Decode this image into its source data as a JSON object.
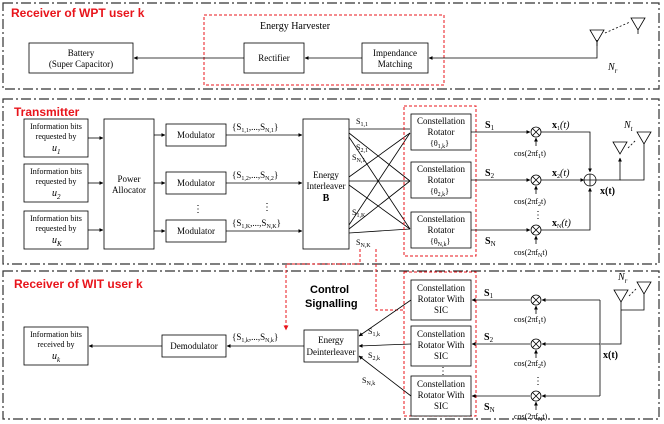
{
  "sections": {
    "wpt": "Receiver of WPT user k",
    "tx": "Transmitter",
    "wit": "Receiver of WIT user k"
  },
  "wpt": {
    "harvester_title": "Energy Harvester",
    "battery_line1": "Battery",
    "battery_line2": "(Super Capacitor)",
    "rectifier": "Rectifier",
    "matching_line1": "Impendance",
    "matching_line2": "Matching",
    "antenna_label": "N",
    "antenna_sub": "r"
  },
  "tx": {
    "info1": [
      "Information bits",
      "requested by",
      "u"
    ],
    "info1_sub": "1",
    "info2": [
      "Information bits",
      "requested by",
      "u"
    ],
    "info2_sub": "2",
    "info3": [
      "Information bits",
      "requested by",
      "u"
    ],
    "info3_sub": "K",
    "power_line1": "Power",
    "power_line2": "Allocator",
    "modulator": "Modulator",
    "mod_out1": "{S",
    "mod_out1_sub": "1,1",
    "mod_out1_mid": ",...,S",
    "mod_out1_sub2": "N,1",
    "mod_out1_end": "}",
    "mod_out2": "{S",
    "mod_out2_sub": "1,2",
    "mod_out2_mid": ",...,S",
    "mod_out2_sub2": "N,2",
    "mod_out2_end": "}",
    "mod_out3": "{S",
    "mod_out3_sub": "1,K",
    "mod_out3_mid": ",...,S",
    "mod_out3_sub2": "N,K",
    "mod_out3_end": "}",
    "interleaver_line1": "Energy",
    "interleaver_line2": "Interleaver",
    "interleaver_line3": "B",
    "rot_line1": "Constellation",
    "rot_line2": "Rotator",
    "theta1": "{θ",
    "theta1_sub": "1,k",
    "theta2": "{θ",
    "theta2_sub": "2,k",
    "theta3": "{θ",
    "theta3_sub": "N,k",
    "s1": "S",
    "s1_sub": "1",
    "s2": "S",
    "s2_sub": "2",
    "s3": "S",
    "s3_sub": "N",
    "x1": "x",
    "x1_sub": "1",
    "x1_t": "(t)",
    "x2": "x",
    "x2_sub": "2",
    "x2_t": "(t)",
    "x3": "x",
    "x3_sub": "N",
    "x3_t": "(t)",
    "xt": "x(t)",
    "cos1": "cos(2πf",
    "cos1_sub": "1",
    "cos1_end": "t)",
    "cos2": "cos(2πf",
    "cos2_sub": "2",
    "cos2_end": "t)",
    "cos3": "cos(2πf",
    "cos3_sub": "N",
    "cos3_end": "t)",
    "antenna_label": "N",
    "antenna_sub": "t",
    "sbar_11": "S",
    "sbar_11_sub": "1,1",
    "sbar_21": "S",
    "sbar_21_sub": "2,1",
    "sbar_n1": "S",
    "sbar_n1_sub": "N,1",
    "sbar_1k": "S",
    "sbar_1k_sub": "1,K",
    "sbar_nk": "S",
    "sbar_nk_sub": "N,K",
    "dots": "⋮"
  },
  "wit": {
    "control_line1": "Control",
    "control_line2": "Signalling",
    "info_line1": "Information bits",
    "info_line2": "received by",
    "info_user": "u",
    "info_user_sub": "k",
    "demodulator": "Demodulator",
    "demod_in": "{S",
    "demod_in_sub": "1,k",
    "demod_in_mid": ",...,S",
    "demod_in_sub2": "N,k",
    "demod_in_end": "}",
    "deint_line1": "Energy",
    "deint_line2": "Deinterleaver",
    "rot_line1": "Constellation",
    "rot_line2": "Rotator With",
    "rot_line3": "SIC",
    "s1": "S",
    "s1_sub": "1",
    "s2": "S",
    "s2_sub": "2",
    "s3": "S",
    "s3_sub": "N",
    "sb1": "S",
    "sb1_sub": "1,k",
    "sb2": "S",
    "sb2_sub": "2,k",
    "sb3": "S",
    "sb3_sub": "N,k",
    "cos1": "cos(2πf",
    "cos1_sub": "1",
    "cos1_end": "t)",
    "cos2": "cos(2πf",
    "cos2_sub": "2",
    "cos2_end": "t)",
    "cos3": "cos(2πf",
    "cos3_sub": "N",
    "cos3_end": "t)",
    "xt": "x(t)",
    "antenna_label": "N",
    "antenna_sub": "r",
    "dots": "⋮"
  },
  "colors": {
    "section_title": "#e8141b",
    "red_dash": "#e8141b",
    "dash_dot": "#333333"
  }
}
